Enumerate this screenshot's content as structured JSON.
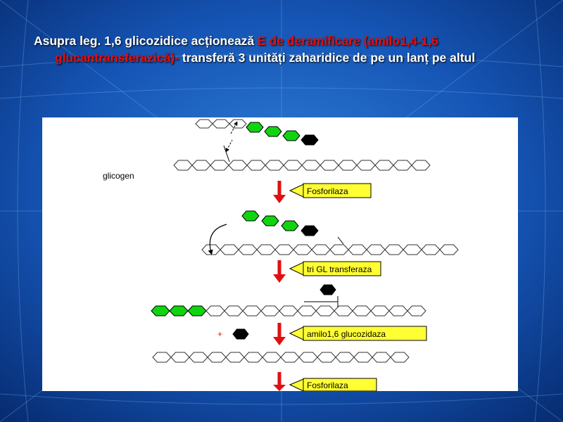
{
  "slide": {
    "title": {
      "part1": "Asupra leg. 1,6 glicozidice acționează ",
      "enzyme_part1": "E de deramificare (amilo1,4-1,6",
      "enzyme_part2": "glucantransferazică)-",
      "part2": " transferă 3 unități zaharidice de pe un lanț pe altul"
    },
    "colors": {
      "background": "#0b3a8a",
      "title_text": "#ffffff",
      "title_highlight": "#e01010",
      "glucose_green": "#11d411",
      "branch_point": "#000000",
      "arrow_red": "#e01010",
      "label_yellow": "#ffff33"
    }
  },
  "diagram": {
    "molecule_label": "glicogen",
    "steps": [
      {
        "enzyme": "Fosforilaza"
      },
      {
        "enzyme": "tri GL transferaza"
      },
      {
        "enzyme": "amilo1,6 glucozidaza"
      },
      {
        "enzyme": "Fosforilaza"
      }
    ],
    "free_glucose_sign": "+"
  }
}
